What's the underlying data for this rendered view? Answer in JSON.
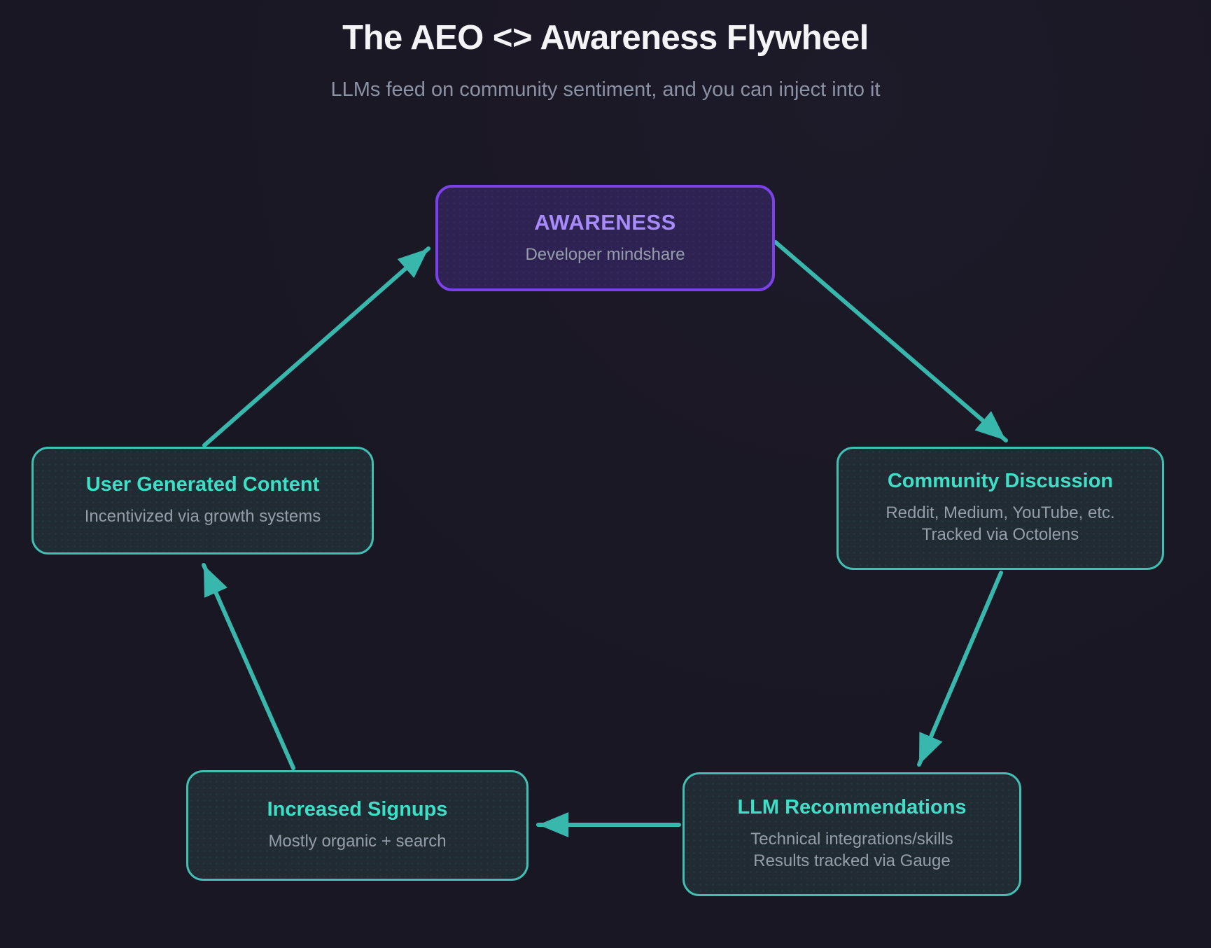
{
  "header": {
    "title": "The AEO <> Awareness Flywheel",
    "subtitle": "LLMs feed on community sentiment, and you can inject into it"
  },
  "nodes": [
    {
      "id": "awareness",
      "accent": "purple",
      "title": "AWARENESS",
      "lines": [
        "Developer mindshare"
      ]
    },
    {
      "id": "community-discussion",
      "accent": "teal",
      "title": "Community Discussion",
      "lines": [
        "Reddit, Medium, YouTube, etc.",
        "Tracked via Octolens"
      ]
    },
    {
      "id": "llm-recommendations",
      "accent": "teal",
      "title": "LLM Recommendations",
      "lines": [
        "Technical integrations/skills",
        "Results tracked via Gauge"
      ]
    },
    {
      "id": "increased-signups",
      "accent": "teal",
      "title": "Increased Signups",
      "lines": [
        "Mostly organic + search"
      ]
    },
    {
      "id": "user-generated-content",
      "accent": "teal",
      "title": "User Generated Content",
      "lines": [
        "Incentivized via growth systems"
      ]
    }
  ],
  "edges": [
    {
      "from": "awareness",
      "to": "community-discussion"
    },
    {
      "from": "community-discussion",
      "to": "llm-recommendations"
    },
    {
      "from": "llm-recommendations",
      "to": "increased-signups"
    },
    {
      "from": "increased-signups",
      "to": "user-generated-content"
    },
    {
      "from": "user-generated-content",
      "to": "awareness"
    }
  ],
  "colors": {
    "background": "#1a1724",
    "arrow_teal": "#38b8ac",
    "teal_border": "#40bfb3",
    "teal_heading": "#3fdfc7",
    "purple_border": "#7b42e8",
    "purple_fill": "#2d2252",
    "purple_heading": "#a78bfa",
    "box_fill": "#212b33",
    "muted_text": "#969daa",
    "title_text": "#f4f4f6",
    "subtitle_text": "#8b92a4"
  }
}
